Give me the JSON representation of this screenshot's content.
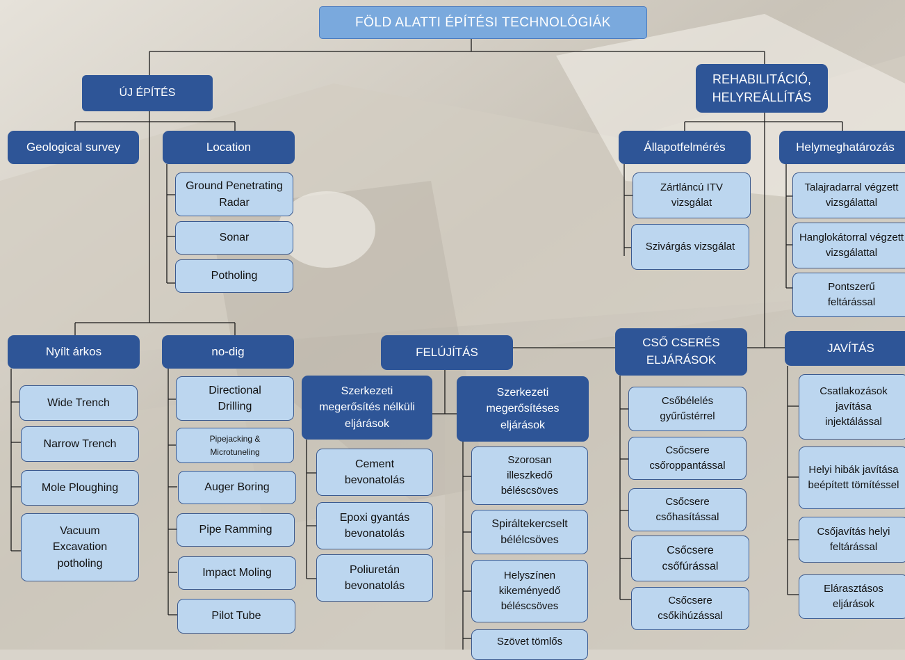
{
  "title": "FÖLD ALATTI ÉPÍTÉSI TECHNOLÓGIÁK",
  "colors": {
    "dark_box": "#2e5597",
    "light_box": "#bcd6ef",
    "root_box": "#7aa9dd",
    "connector": "#1a1a1a"
  },
  "new_construction": {
    "label": "ÚJ ÉPÍTÉS",
    "geological_survey": "Geological survey",
    "location": {
      "label": "Location",
      "items": [
        "Ground Penetrating Radar",
        "Sonar",
        "Potholing"
      ]
    },
    "open_trench": {
      "label": "Nyílt árkos",
      "items": [
        "Wide Trench",
        "Narrow Trench",
        "Mole Ploughing",
        "Vacuum Excavation potholing"
      ]
    },
    "no_dig": {
      "label": "no-dig",
      "items": [
        "Directional Drilling",
        "Pipejacking & Microtuneling",
        "Auger Boring",
        "Pipe Ramming",
        "Impact Moling",
        "Pilot Tube"
      ]
    }
  },
  "rehabilitation": {
    "label": "REHABILITÁCIÓ, HELYREÁLLÍTÁS",
    "condition_survey": {
      "label": "Állapotfelmérés",
      "items": [
        "Zártláncú ITV vizsgálat",
        "Szivárgás vizsgálat"
      ]
    },
    "localization": {
      "label": "Helymeghatározás",
      "items": [
        "Talajradarral végzett vizsgálattal",
        "Hanglokátorral végzett vizsgálattal",
        "Pontszerű feltárással"
      ]
    },
    "renovation": {
      "label": "FELÚJÍTÁS",
      "non_structural": {
        "label": "Szerkezeti megerősítés nélküli eljárások",
        "items": [
          "Cement bevonatolás",
          "Epoxi gyantás bevonatolás",
          "Poliuretán bevonatolás"
        ]
      },
      "structural": {
        "label": "Szerkezeti megerősítéses eljárások",
        "items": [
          "Szorosan illeszkedő béléscsöves",
          "Spiráltekercselt bélélcsöves",
          "Helyszínen kikeményedő béléscsöves",
          "Szövet tömlős"
        ]
      }
    },
    "pipe_replacement": {
      "label": "CSŐ CSERÉS ELJÁRÁSOK",
      "items": [
        "Csőbélelés gyűrűstérrel",
        "Csőcsere csőroppantással",
        "Csőcsere csőhasítással",
        "Csőcsere csőfúrással",
        "Csőcsere csőkihúzással"
      ]
    },
    "repair": {
      "label": "JAVÍTÁS",
      "items": [
        "Csatlakozások javítása injektálással",
        "Helyi hibák javítása beépített tömítéssel",
        "Csőjavítás helyi feltárással",
        "Elárasztásos eljárások"
      ]
    }
  }
}
